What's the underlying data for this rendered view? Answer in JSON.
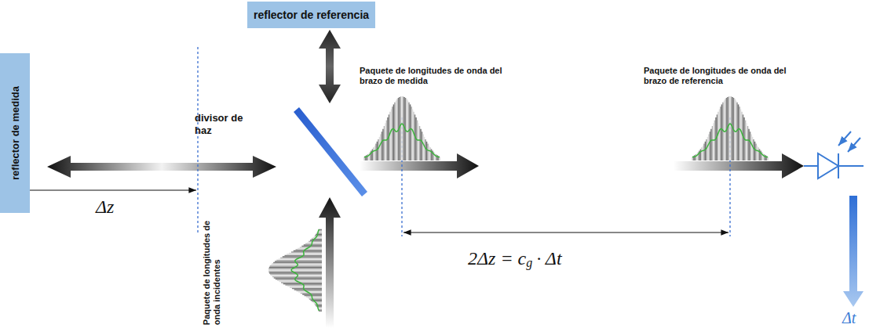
{
  "diagram": {
    "nodes": [
      {
        "text": [
          "reflector de referencia"
        ]
      },
      {
        "text": [
          "reflector de medida"
        ]
      }
    ],
    "labels": [
      "divisor de haz",
      "Paquete de longitudes de onda del brazo de medida",
      "Paquete de longitudes de onda del brazo de referencia",
      "Paquete de longitudes de onda incidentes",
      "Δz",
      "2Δz = c",
      "g",
      "· Δt",
      "Δt"
    ]
  }
}
